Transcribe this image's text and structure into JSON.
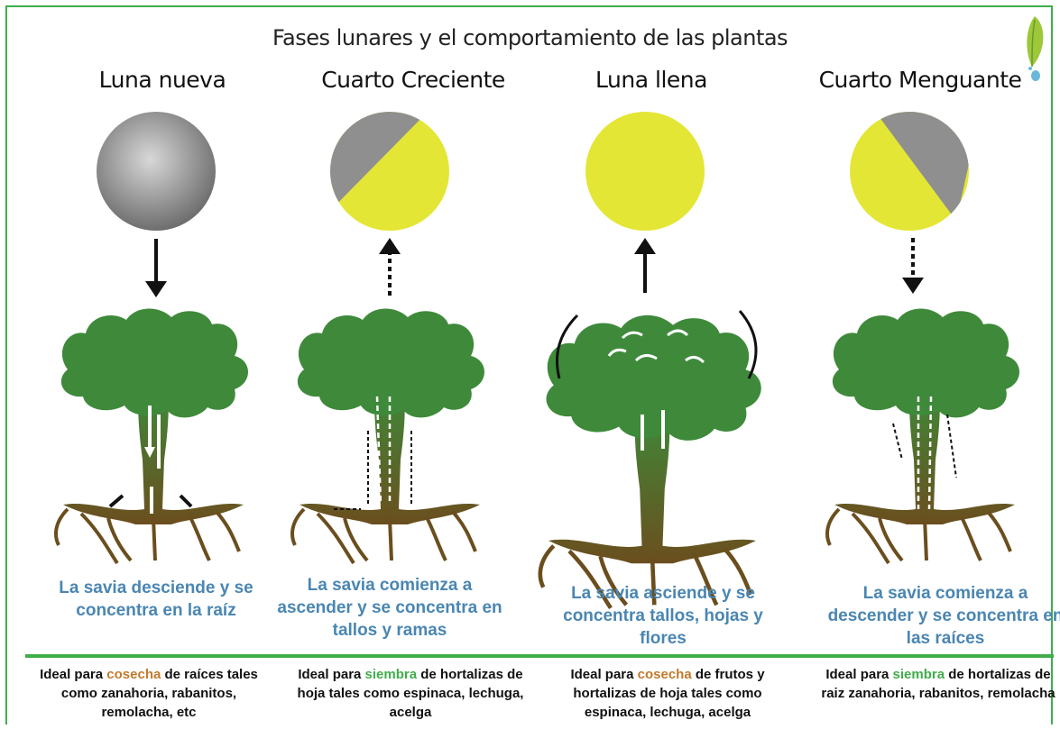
{
  "title": "Fases lunares y el comportamiento de las plantas",
  "colors": {
    "border": "#3fae49",
    "moon_yellow": "#e4e636",
    "moon_gray": "#8f8f8f",
    "tree": "#3e8a3a",
    "trunk": "#6b5a1e",
    "desc_text": "#4a86b2",
    "kw_cosecha": "#c27a2c",
    "kw_siembra": "#3fae49"
  },
  "phases": [
    {
      "name": "Luna nueva",
      "moon": "new",
      "arrow": "down-solid",
      "sap": "La savia desciende y se concentra en la raíz",
      "ideal_pre": "Ideal para ",
      "keyword": "cosecha",
      "keyword_color": "brown",
      "ideal_post": " de raíces tales como zanahoria, rabanitos, remolacha, etc"
    },
    {
      "name": "Cuarto Creciente",
      "moon": "waxing",
      "arrow": "up-dotted",
      "sap": "La savia comienza a ascender y se concentra en tallos y ramas",
      "ideal_pre": "Ideal para ",
      "keyword": "siembra",
      "keyword_color": "green",
      "ideal_post": " de hortalizas de hoja tales como espinaca, lechuga, acelga"
    },
    {
      "name": "Luna llena",
      "moon": "full",
      "arrow": "up-solid",
      "sap": "La savia asciende y se concentra tallos, hojas y flores",
      "ideal_pre": "Ideal para ",
      "keyword": "cosecha",
      "keyword_color": "brown",
      "ideal_post": " de frutos y hortalizas de hoja tales como espinaca, lechuga, acelga"
    },
    {
      "name": "Cuarto Menguante",
      "moon": "waning",
      "arrow": "down-dotted",
      "sap": "La savia comienza a descender y se concentra en las raíces",
      "ideal_pre": "Ideal para ",
      "keyword": "siembra",
      "keyword_color": "green",
      "ideal_post": " de hortalizas de raiz zanahoria, rabanitos, remolacha"
    }
  ],
  "logo_icon": "leaf-footprint-icon"
}
